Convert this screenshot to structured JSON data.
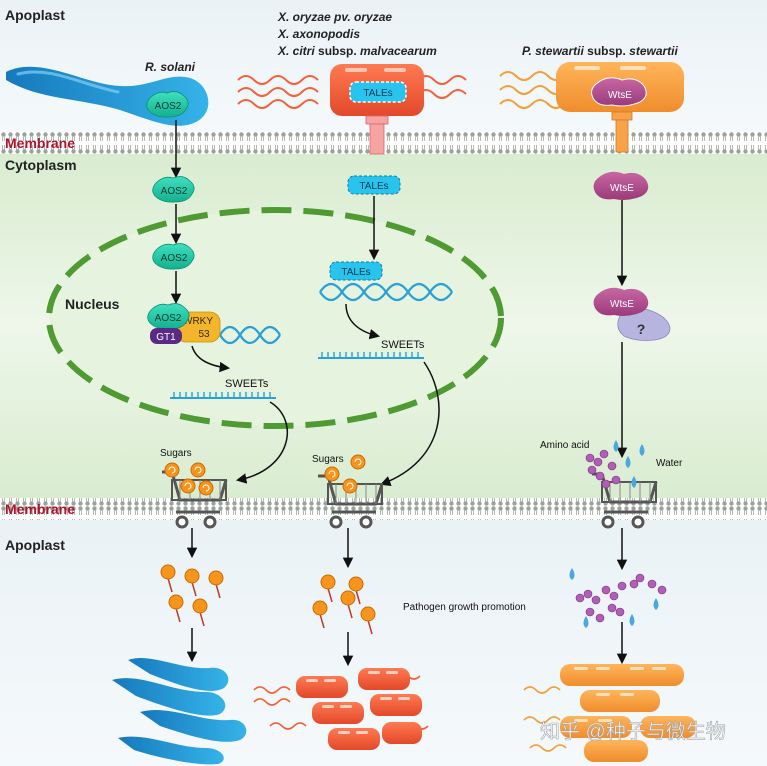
{
  "regions": {
    "apoplast_top": "Apoplast",
    "membrane_top": "Membrane",
    "cytoplasm": "Cytoplasm",
    "nucleus": "Nucleus",
    "membrane_bottom": "Membrane",
    "apoplast_bottom": "Apoplast"
  },
  "pathogens": {
    "fungus": "R. solani",
    "xantho_1": "X. oryzae pv. oryzae",
    "xantho_2": "X. axonopodis",
    "xantho_3_italic": "X. citri",
    "xantho_3_plain": " subsp. ",
    "xantho_3_italic2": "malvacearum",
    "pantoea_italic": "P. stewartii",
    "pantoea_plain": " subsp. ",
    "pantoea_italic2": "stewartii"
  },
  "effectors": {
    "aos2": "AOS2",
    "tales": "TALEs",
    "wtse": "WtsE",
    "gt1": "GT1",
    "wrky_line1": "WRKY",
    "wrky_line2": "53",
    "unknown": "?"
  },
  "products": {
    "sweets": "SWEETs",
    "sugars": "Sugars",
    "amino_acid": "Amino acid",
    "water": "Water"
  },
  "outcome": "Pathogen growth promotion",
  "watermark": "知乎 @种子与微生物",
  "colors": {
    "membrane_label": "#b0122a",
    "fungus": "#1d93cf",
    "teal_protein": "#19c9a6",
    "tale_blue": "#1bb6e0",
    "xantho_red": "#f4623a",
    "pantoea_orange": "#f59e3c",
    "wtse_purple": "#b34a8f",
    "nucleus_border": "#4f9a32",
    "dna": "#2aa0d8",
    "cytoplasm": "#e3f1dc"
  }
}
